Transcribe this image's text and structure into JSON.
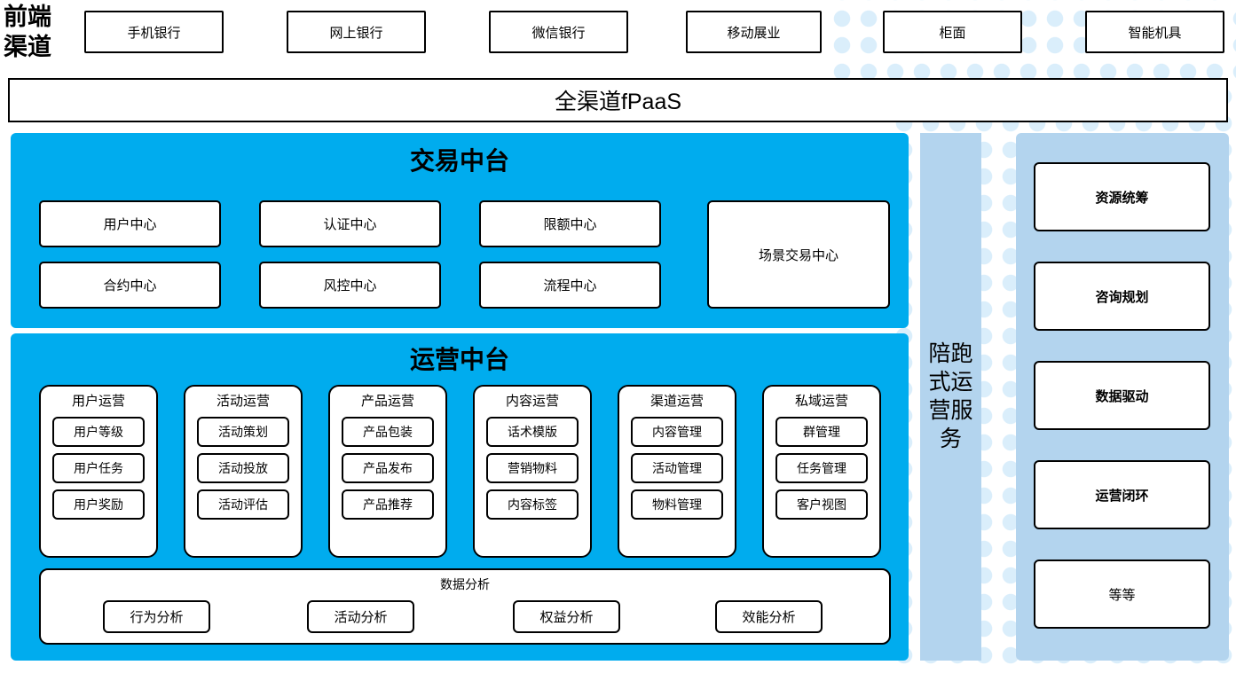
{
  "colors": {
    "cyan_panel": "#00ACEE",
    "light_blue_panel": "#B3D4EE",
    "dot_pattern": "#DAEEFB",
    "box_border": "#000000",
    "box_fill": "#FFFFFF"
  },
  "front_channel": {
    "label": "前端\n渠道",
    "label_line1": "前端",
    "label_line2": "渠道",
    "channels": [
      {
        "name": "mobile-bank",
        "label": "手机银行"
      },
      {
        "name": "online-bank",
        "label": "网上银行"
      },
      {
        "name": "wechat-bank",
        "label": "微信银行"
      },
      {
        "name": "mobile-field",
        "label": "移动展业"
      },
      {
        "name": "counter",
        "label": "柜面"
      },
      {
        "name": "smart-machine",
        "label": "智能机具"
      }
    ]
  },
  "fpaas": {
    "label": "全渠道fPaaS"
  },
  "trade_center": {
    "title": "交易中台",
    "boxes": [
      {
        "name": "user-center",
        "label": "用户中心"
      },
      {
        "name": "auth-center",
        "label": "认证中心"
      },
      {
        "name": "limit-center",
        "label": "限额中心"
      },
      {
        "name": "contract-center",
        "label": "合约中心"
      },
      {
        "name": "risk-center",
        "label": "风控中心"
      },
      {
        "name": "process-center",
        "label": "流程中心"
      }
    ],
    "scene_box": {
      "name": "scene-trade-center",
      "label": "场景交易中心"
    }
  },
  "ops_center": {
    "title": "运营中台",
    "groups": [
      {
        "name": "user-ops",
        "title": "用户运营",
        "items": [
          "用户等级",
          "用户任务",
          "用户奖励"
        ]
      },
      {
        "name": "activity-ops",
        "title": "活动运营",
        "items": [
          "活动策划",
          "活动投放",
          "活动评估"
        ]
      },
      {
        "name": "product-ops",
        "title": "产品运营",
        "items": [
          "产品包装",
          "产品发布",
          "产品推荐"
        ]
      },
      {
        "name": "content-ops",
        "title": "内容运营",
        "items": [
          "话术模版",
          "营销物料",
          "内容标签"
        ]
      },
      {
        "name": "channel-ops",
        "title": "渠道运营",
        "items": [
          "内容管理",
          "活动管理",
          "物料管理"
        ]
      },
      {
        "name": "private-domain-ops",
        "title": "私域运营",
        "items": [
          "群管理",
          "任务管理",
          "客户视图"
        ]
      }
    ],
    "data_analysis": {
      "title": "数据分析",
      "items": [
        {
          "name": "behavior-analysis",
          "label": "行为分析"
        },
        {
          "name": "activity-analysis",
          "label": "活动分析"
        },
        {
          "name": "benefit-analysis",
          "label": "权益分析"
        },
        {
          "name": "efficiency-analysis",
          "label": "效能分析"
        }
      ]
    }
  },
  "coaching_service": {
    "label": "陪跑式运营服务"
  },
  "capabilities": {
    "items": [
      {
        "name": "resource-coordination",
        "label": "资源统筹",
        "bold": true
      },
      {
        "name": "consulting-planning",
        "label": "咨询规划",
        "bold": true
      },
      {
        "name": "data-driven",
        "label": "数据驱动",
        "bold": true
      },
      {
        "name": "ops-closed-loop",
        "label": "运营闭环",
        "bold": true
      },
      {
        "name": "etc",
        "label": "等等",
        "bold": false
      }
    ]
  }
}
